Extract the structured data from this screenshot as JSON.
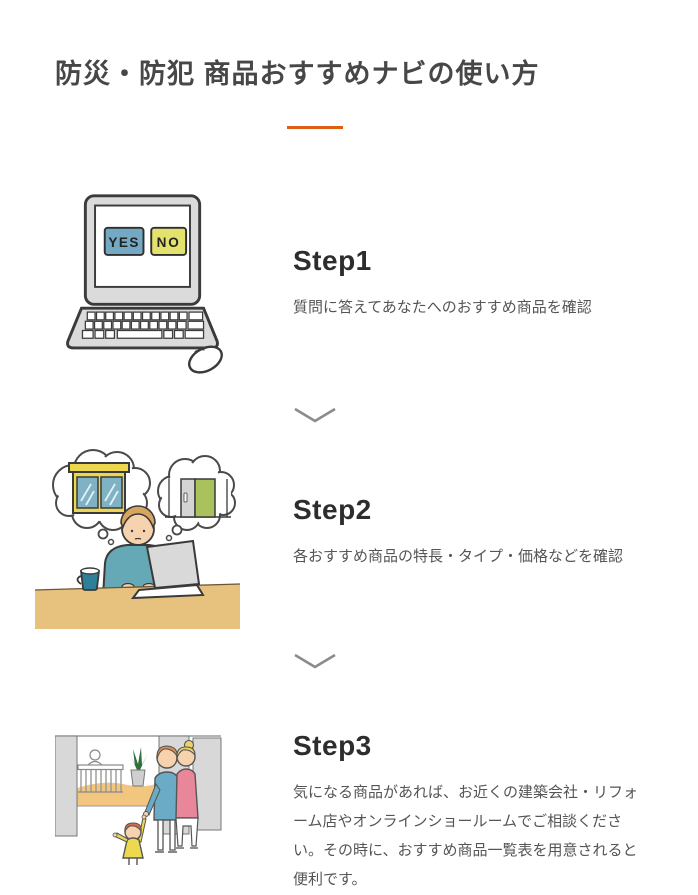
{
  "page": {
    "title": "防災・防犯 商品おすすめナビの使い方"
  },
  "colors": {
    "accent_divider": "#dd5f13",
    "title_text": "#474747",
    "step_heading_text": "#2d2d2d",
    "body_text": "#555555"
  },
  "steps": [
    {
      "label": "Step1",
      "description": "質問に答えてあなたへのおすすめ商品を確認",
      "illustration": "laptop-with-yes-no-buttons-and-mouse"
    },
    {
      "label": "Step2",
      "description": "各おすすめ商品の特長・タイプ・価格などを確認",
      "illustration": "man-at-desk-thinking-of-window-and-door"
    },
    {
      "label": "Step3",
      "description": "気になる商品があれば、お近くの建築会社・リフォーム店やオンラインショールームでご相談ください。その時に、おすすめ商品一覧表を用意されると便利です。",
      "illustration": "family-visiting-showroom-reception"
    }
  ],
  "illustrations": {
    "step1": {
      "yes_label": "YES",
      "no_label": "NO"
    }
  },
  "separator_icon": "chevron-down"
}
